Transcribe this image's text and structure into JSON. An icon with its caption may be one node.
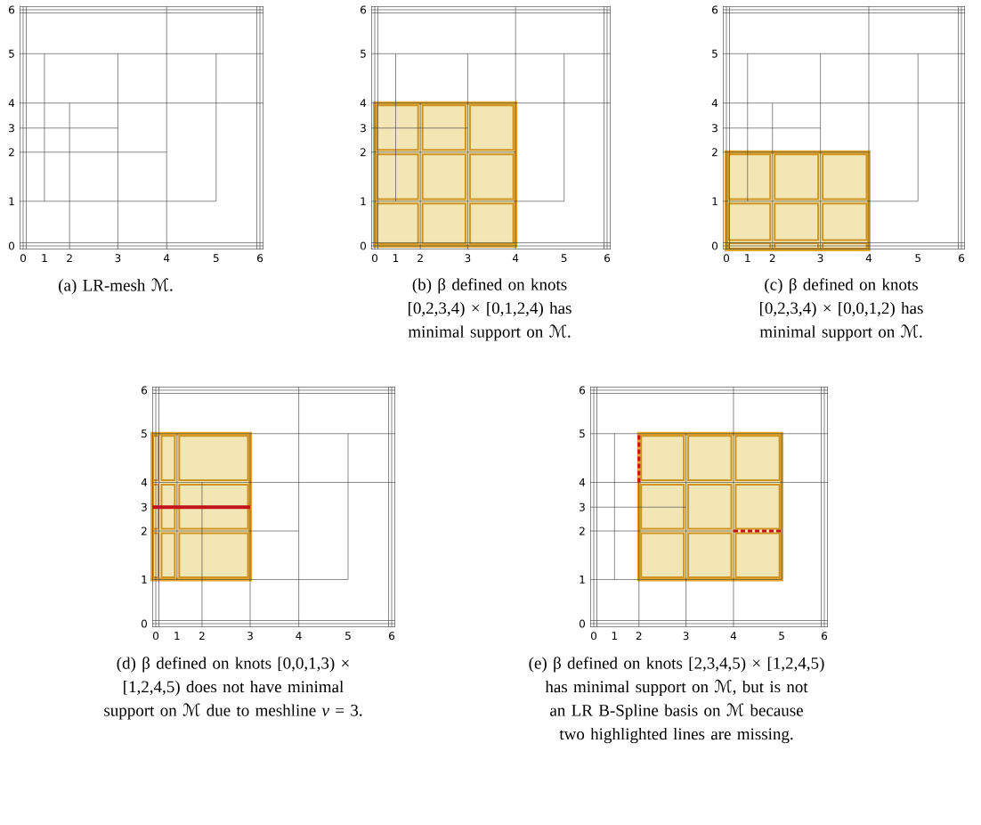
{
  "diagram": {
    "labels": [
      "6",
      "5",
      "4",
      "3",
      "2",
      "1",
      "0",
      "0",
      "1",
      "2",
      "3",
      "4",
      "5",
      "6",
      "6",
      "5",
      "4",
      "3",
      "2",
      "1",
      "0",
      "0",
      "1",
      "2",
      "3",
      "4",
      "5",
      "6",
      "6",
      "5",
      "4",
      "3",
      "2",
      "1",
      "0",
      "0",
      "1",
      "2",
      "3",
      "4",
      "5",
      "6",
      "(a) LR-mesh ℳ.",
      "(b) β defined on knots [0,2,3,4) × [0,1,2,4) has minimal support on ℳ.",
      "(c) β defined on knots [0,2,3,4) × [0,0,1,2) has minimal support on ℳ.",
      "6",
      "5",
      "4",
      "3",
      "2",
      "1",
      "0",
      "0",
      "1",
      "2",
      "3",
      "4",
      "5",
      "6",
      "6",
      "5",
      "4",
      "3",
      "2",
      "1",
      "0",
      "0",
      "1",
      "2",
      "3",
      "4",
      "5",
      "6",
      "(d) β defined on knots [0,0,1,3) × [1,2,4,5) does not have minimal support on ℳ due to meshline *v* = 3.",
      "(e) β defined on knots [2,3,4,5) × [1,2,4,5) has minimal support on ℳ, but is not an LR B-Spline basis on ℳ because two highlighted lines are missing."
    ]
  }
}
